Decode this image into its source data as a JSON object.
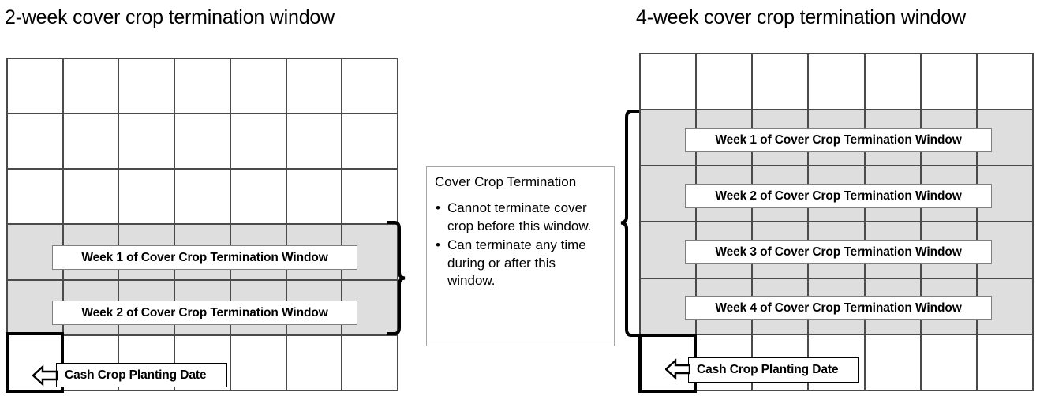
{
  "panels": [
    {
      "id": "two-week",
      "title": "2-week cover crop termination window",
      "grid": {
        "columns": 7,
        "rows": 6,
        "shaded_rows": [
          4,
          5
        ]
      },
      "week_labels": [
        {
          "text": "Week 1 of Cover Crop Termination Window",
          "row": 4
        },
        {
          "text": "Week 2 of Cover Crop Termination Window",
          "row": 5
        }
      ],
      "planting": {
        "label": "Cash Crop Planting Date",
        "row": 6,
        "column": 1,
        "arrow": "left-arrow-icon"
      },
      "brace": {
        "orientation": "right-facing",
        "spans_rows": [
          4,
          5
        ]
      }
    },
    {
      "id": "four-week",
      "title": "4-week cover crop termination window",
      "grid": {
        "columns": 7,
        "rows": 6,
        "shaded_rows": [
          2,
          3,
          4,
          5
        ]
      },
      "week_labels": [
        {
          "text": "Week 1 of Cover Crop Termination Window",
          "row": 2
        },
        {
          "text": "Week 2 of Cover Crop Termination Window",
          "row": 3
        },
        {
          "text": "Week 3 of Cover Crop Termination Window",
          "row": 4
        },
        {
          "text": "Week 4 of Cover Crop Termination Window",
          "row": 5
        }
      ],
      "planting": {
        "label": "Cash Crop Planting Date",
        "row": 6,
        "column": 1,
        "arrow": "left-arrow-icon"
      },
      "brace": {
        "orientation": "left-facing",
        "spans_rows": [
          2,
          3,
          4,
          5
        ]
      }
    }
  ],
  "info_box": {
    "title": "Cover Crop Termination",
    "bullets": [
      "Cannot terminate cover crop before this window.",
      "Can terminate any time during or after this window."
    ]
  },
  "colors": {
    "shaded_cell": "#dedede",
    "grid_line": "#4a4a4a",
    "chip_border": "#7f7f7f",
    "planting_outline": "#000000",
    "info_box_border": "#a6a6a6",
    "text": "#000000",
    "background": "#ffffff"
  }
}
